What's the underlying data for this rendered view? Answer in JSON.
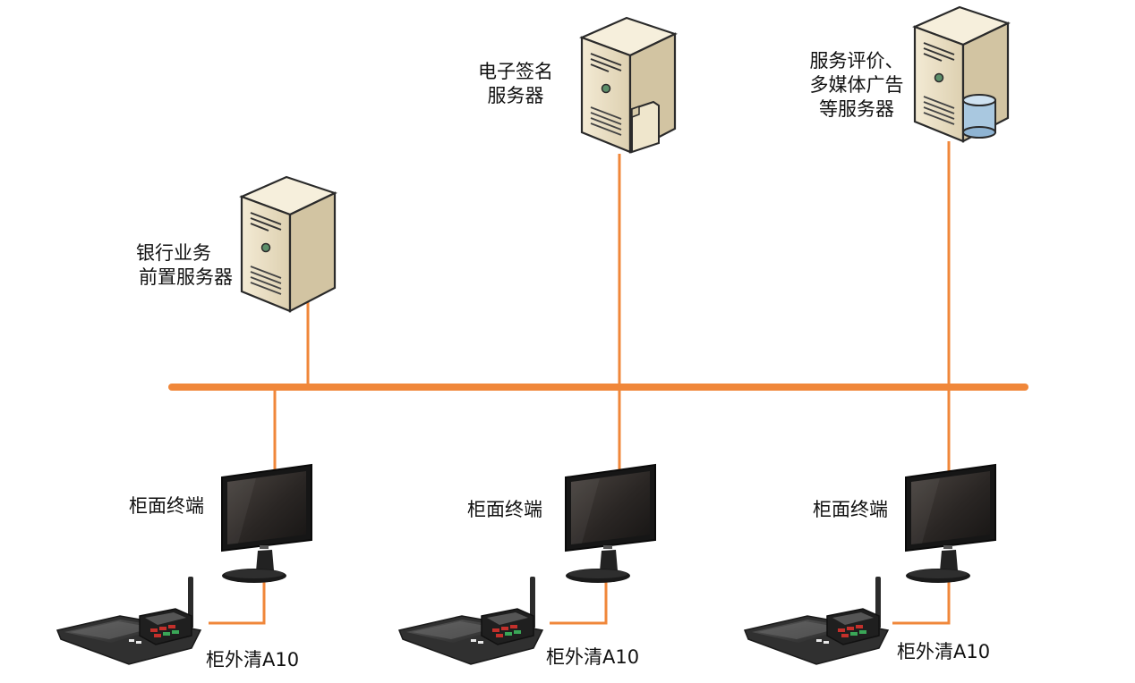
{
  "colors": {
    "network_line": "#f0873a",
    "server_body": "#e9dfc6",
    "server_top": "#f4ecd8",
    "server_side": "#cbbd9c",
    "monitor_bezel": "#1c1c1c",
    "screen": "#2e2a27",
    "terminal_body": "#3a3a3a"
  },
  "servers": {
    "esign": {
      "line1": "电子签名",
      "line2": "服务器",
      "icon": "server-with-document-icon"
    },
    "service": {
      "line1": "服务评价、",
      "line2": "多媒体广告",
      "line3": "等服务器",
      "icon": "server-with-database-icon"
    },
    "bank": {
      "line1": "银行业务",
      "line2": "前置服务器",
      "icon": "server-icon"
    }
  },
  "clients": [
    {
      "monitor_label": "柜面终端",
      "device_label": "柜外清A10",
      "monitor_icon": "monitor-icon",
      "device_icon": "payment-terminal-icon"
    },
    {
      "monitor_label": "柜面终端",
      "device_label": "柜外清A10",
      "monitor_icon": "monitor-icon",
      "device_icon": "payment-terminal-icon"
    },
    {
      "monitor_label": "柜面终端",
      "device_label": "柜外清A10",
      "monitor_icon": "monitor-icon",
      "device_icon": "payment-terminal-icon"
    }
  ]
}
